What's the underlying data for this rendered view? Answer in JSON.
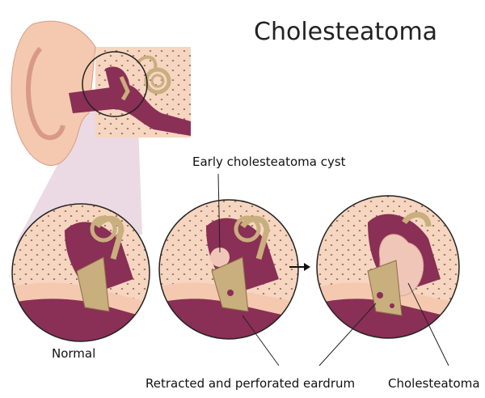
{
  "title": "Cholesteatoma",
  "labels": {
    "early_cyst": "Early cholesteatoma cyst",
    "normal": "Normal",
    "retracted": "Retracted and perforated eardrum",
    "cholesteatoma": "Cholesteatoma"
  },
  "colors": {
    "skin": "#f4c9b0",
    "bone": "#f6d6c0",
    "cavity": "#8a2f55",
    "ossicle": "#c9ae7e",
    "projection": "#e7d3de",
    "cyst": "#f0c6b8"
  }
}
